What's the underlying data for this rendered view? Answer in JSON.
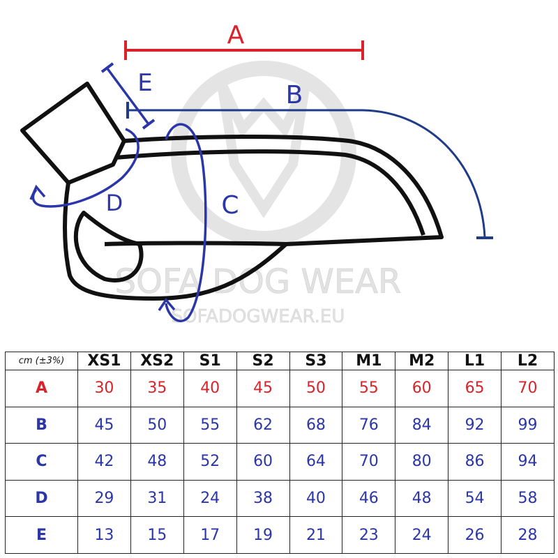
{
  "colors": {
    "a": "#d9232a",
    "blue": "#2b36a8",
    "b_line": "#1f3c88",
    "outline": "#111111",
    "watermark": "#e4e4e4"
  },
  "diagram": {
    "labels": {
      "A": "A",
      "B": "B",
      "C": "C",
      "D": "D",
      "E": "E"
    },
    "watermark_brand": "SOFA DOG WEAR",
    "watermark_url": "SOFADOGWEAR.EU"
  },
  "table": {
    "unit_label": "cm  (±3%)",
    "sizes": [
      "XS1",
      "XS2",
      "S1",
      "S2",
      "S3",
      "M1",
      "M2",
      "L1",
      "L2"
    ],
    "rows": [
      {
        "label": "A",
        "values": [
          "30",
          "35",
          "40",
          "45",
          "50",
          "55",
          "60",
          "65",
          "70"
        ]
      },
      {
        "label": "B",
        "values": [
          "45",
          "50",
          "55",
          "62",
          "68",
          "76",
          "84",
          "92",
          "99"
        ]
      },
      {
        "label": "C",
        "values": [
          "42",
          "48",
          "52",
          "60",
          "64",
          "70",
          "80",
          "86",
          "94"
        ]
      },
      {
        "label": "D",
        "values": [
          "29",
          "31",
          "24",
          "38",
          "40",
          "46",
          "48",
          "54",
          "58"
        ]
      },
      {
        "label": "E",
        "values": [
          "13",
          "15",
          "17",
          "19",
          "21",
          "23",
          "24",
          "26",
          "28"
        ]
      }
    ]
  }
}
